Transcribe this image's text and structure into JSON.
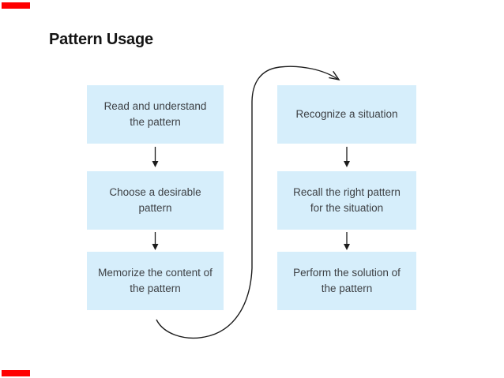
{
  "slide": {
    "title": "Pattern Usage"
  },
  "colors": {
    "background": "#ffffff",
    "accent_red": "#ff0000",
    "box_fill": "#d6eefb",
    "box_text": "#3e4145",
    "title_text": "#141414",
    "arrow_stroke": "#1c1c1c"
  },
  "diagram": {
    "left_steps": [
      {
        "label": "Read and understand\nthe pattern"
      },
      {
        "label": "Choose a desirable\npattern"
      },
      {
        "label": "Memorize the content of\nthe pattern"
      }
    ],
    "right_steps": [
      {
        "label": "Recognize a situation"
      },
      {
        "label": "Recall the right pattern\nfor the situation"
      },
      {
        "label": "Perform the solution of\nthe pattern"
      }
    ]
  }
}
